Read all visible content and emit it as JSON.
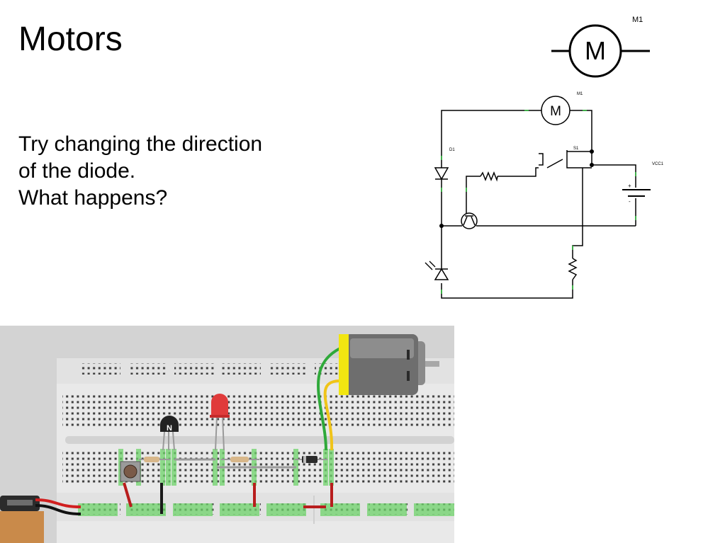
{
  "slide": {
    "title": "Motors",
    "body_lines": [
      "Try changing the direction",
      "of the diode.",
      "What happens?"
    ]
  },
  "motor_symbol": {
    "label": "M1",
    "letter": "M"
  },
  "schematic": {
    "motor_label": "M1",
    "motor_letter": "M",
    "diode_label": "D1",
    "switch_label": "S1",
    "battery_label": "VCC1",
    "plus": "+",
    "minus": "-"
  },
  "breadboard": {
    "transistor_letter": "N"
  }
}
